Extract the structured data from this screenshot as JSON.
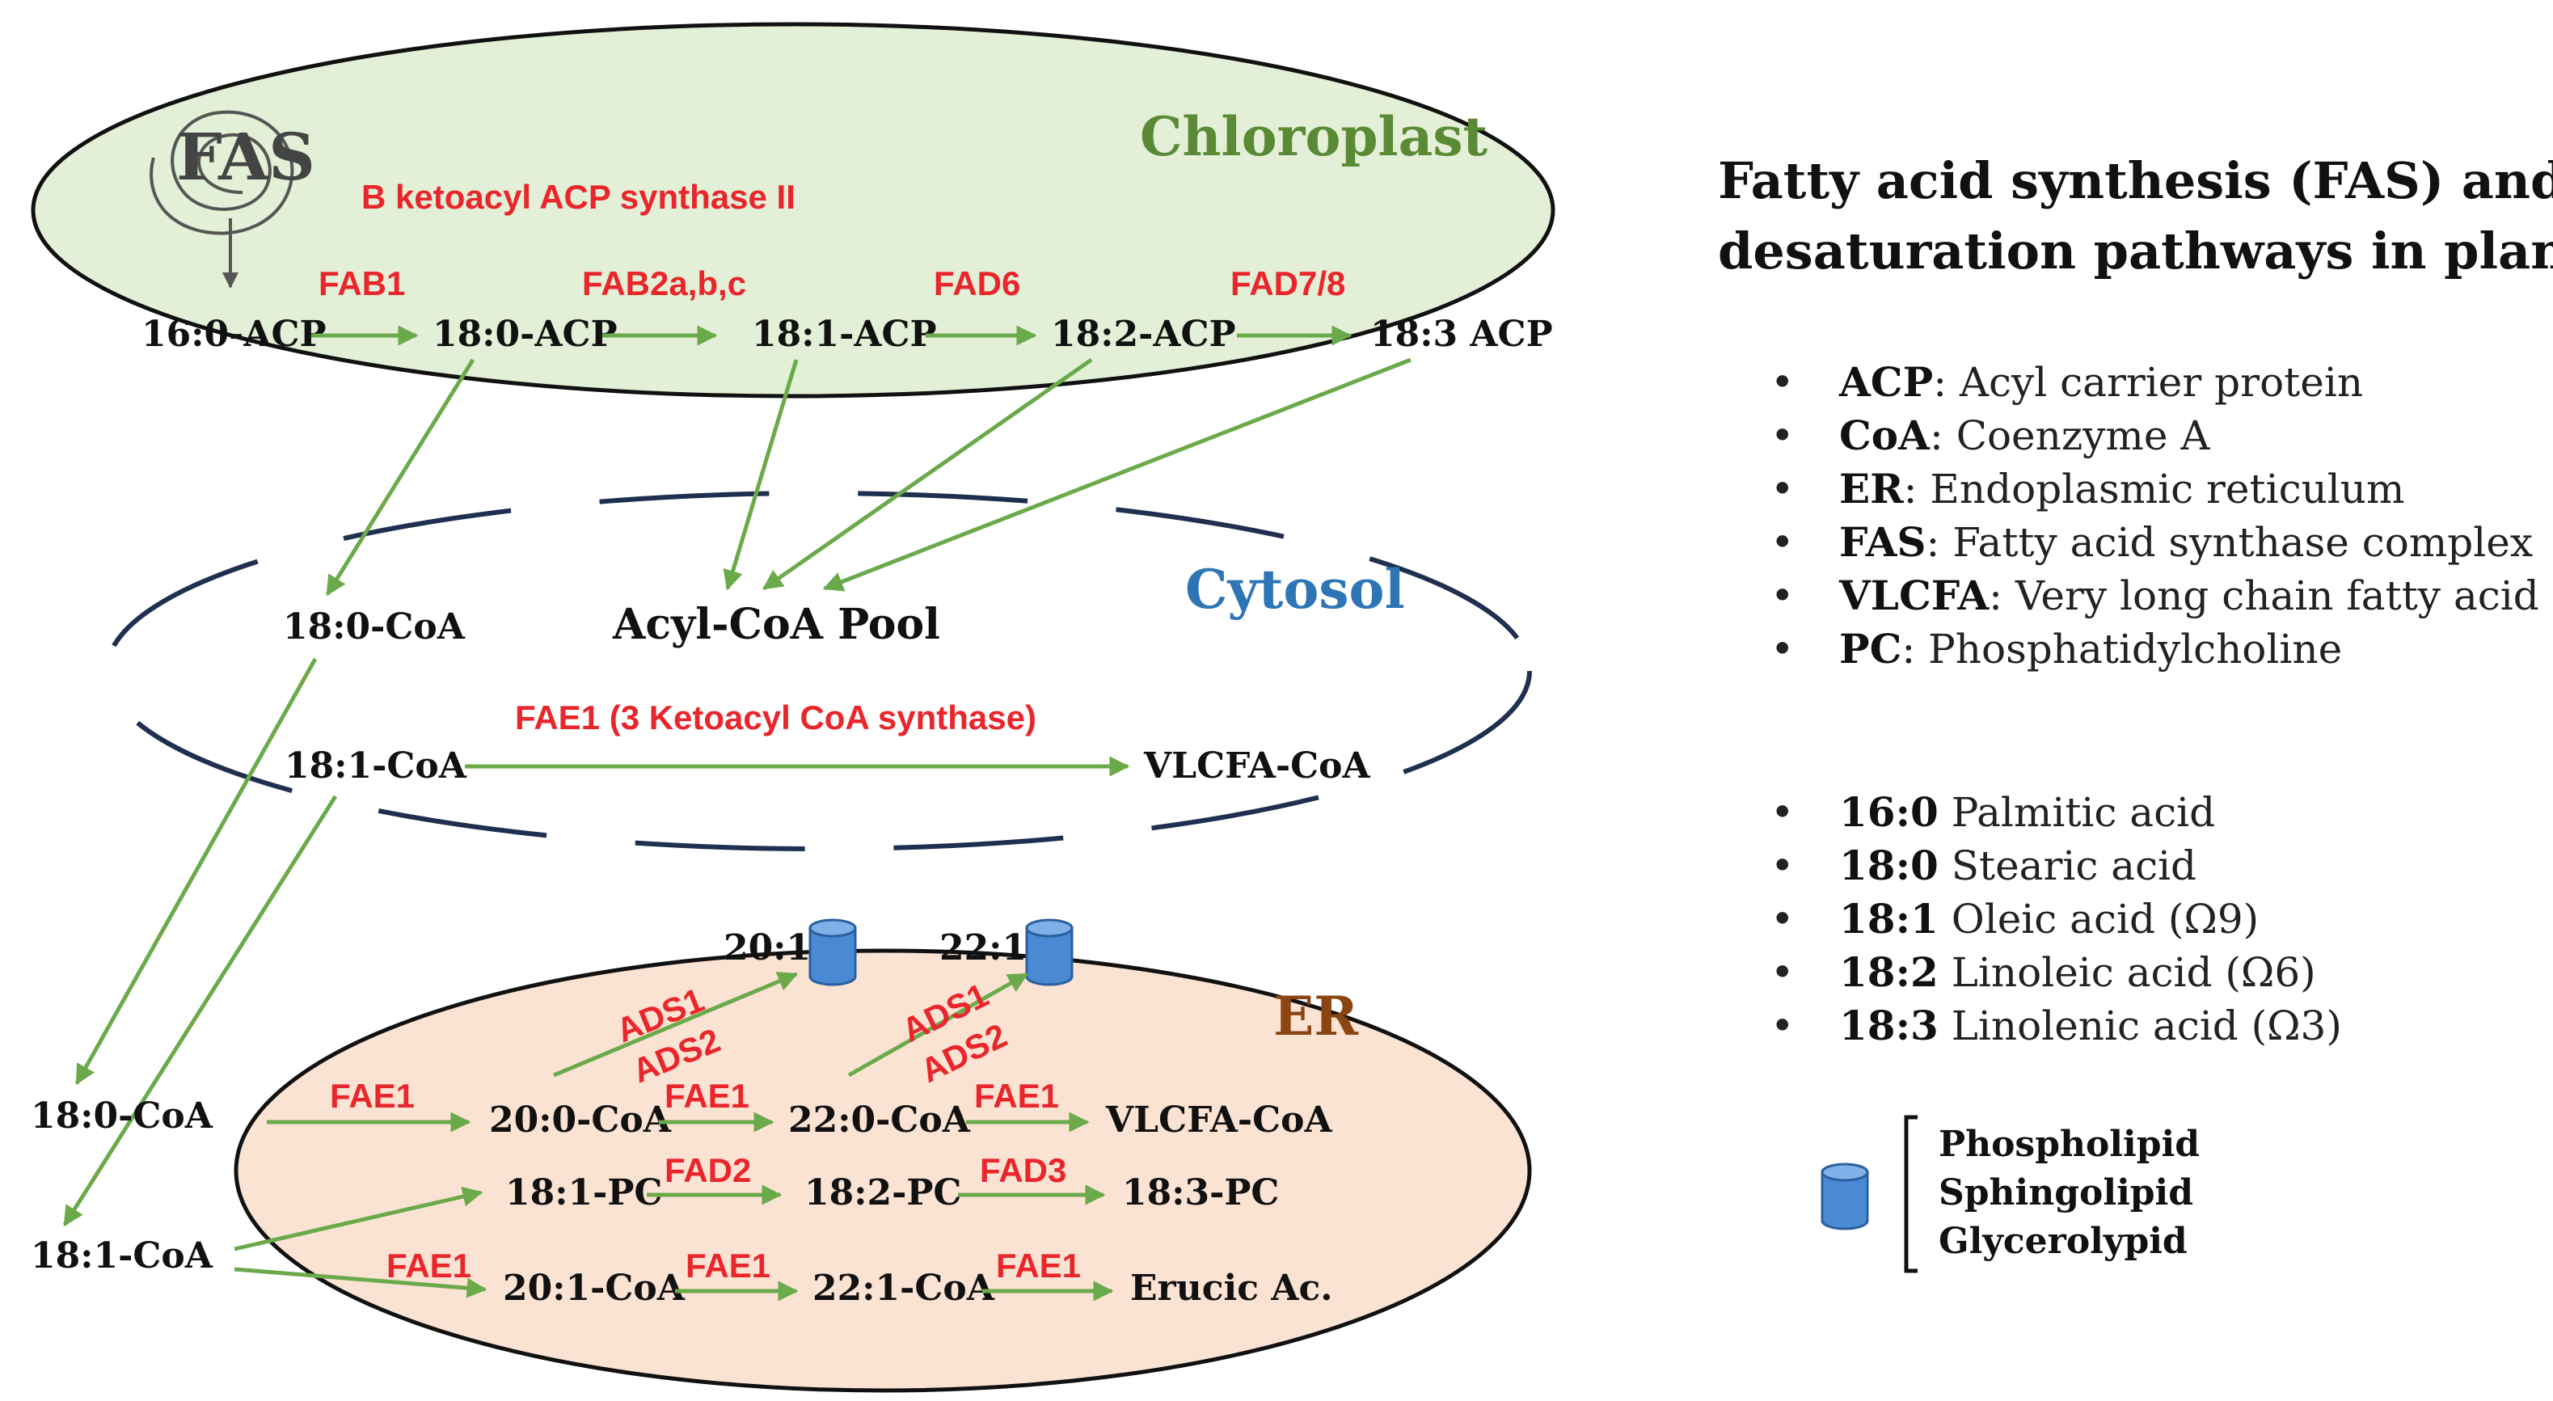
{
  "compartments": {
    "chloroplast": "Chloroplast",
    "cytosol": "Cytosol",
    "er": "ER",
    "fas_logo": "FAS"
  },
  "enzymes": {
    "bkas2": "B ketoacyl ACP synthase II",
    "fab1": "FAB1",
    "fab2": "FAB2a,b,c",
    "fad6": "FAD6",
    "fad78": "FAD7/8",
    "fae1_kcs": "FAE1 (3 Ketoacyl CoA synthase)",
    "ads1": "ADS1",
    "ads2": "ADS2",
    "fae1": "FAE1",
    "fad2": "FAD2",
    "fad3": "FAD3"
  },
  "metabolites": {
    "c160_acp": "16:0-ACP",
    "c180_acp": "18:0-ACP",
    "c181_acp": "18:1-ACP",
    "c182_acp": "18:2-ACP",
    "c183_acp": "18:3 ACP",
    "c180_coa": "18:0-CoA",
    "acyl_pool": "Acyl-CoA Pool",
    "c181_coa": "18:1-CoA",
    "vlcfa_coa": "VLCFA-CoA",
    "c201": "20:1-",
    "c221": "22:1-",
    "c200_coa": "20:0-CoA",
    "c220_coa": "22:0-CoA",
    "c181_pc": "18:1-PC",
    "c182_pc": "18:2-PC",
    "c183_pc": "18:3-PC",
    "c201_coa": "20:1-CoA",
    "c221_coa": "22:1-CoA",
    "erucic": "Erucic Ac."
  },
  "title": {
    "line1": "Fatty acid synthesis  (FAS) and",
    "line2": "desaturation pathways in plants"
  },
  "abbreviations": [
    {
      "term": "ACP",
      "def": ": Acyl carrier protein"
    },
    {
      "term": "CoA",
      "def": ": Coenzyme A"
    },
    {
      "term": "ER",
      "def": ": Endoplasmic reticulum"
    },
    {
      "term": "FAS",
      "def": ": Fatty acid synthase complex"
    },
    {
      "term": "VLCFA",
      "def": ": Very long chain fatty acid"
    },
    {
      "term": "PC",
      "def": ": Phosphatidylcholine"
    }
  ],
  "fatty_acids": [
    {
      "term": "16:0",
      "def": " Palmitic acid"
    },
    {
      "term": "18:0",
      "def": " Stearic acid"
    },
    {
      "term": "18:1",
      "def": " Oleic acid (Ω9)"
    },
    {
      "term": "18:2",
      "def": " Linoleic acid (Ω6)"
    },
    {
      "term": "18:3",
      "def": " Linolenic acid (Ω3)"
    }
  ],
  "lipid_legend": [
    "Phospholipid",
    "Sphingolipid",
    "Glycerolypid"
  ],
  "colors": {
    "chloroplast_fill": "#e3efd6",
    "er_fill": "#fbe3d4",
    "arrow": "#6aaa4a",
    "enzyme_text": "#e8262b",
    "chloroplast_text": "#5b8a36",
    "cytosol_text": "#2e75b6",
    "er_text": "#8b4513",
    "cylinder": "#4a8ad4"
  }
}
